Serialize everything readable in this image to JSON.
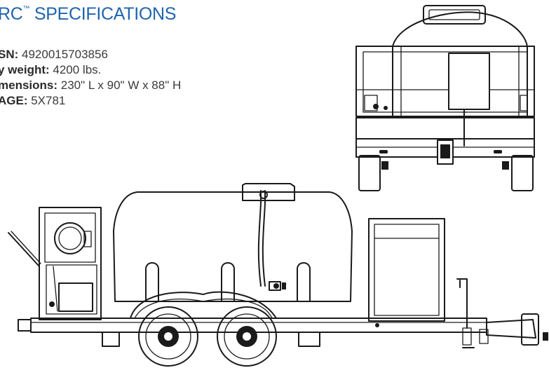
{
  "header": {
    "title_prefix": "RC",
    "title_mark": "™",
    "title_suffix": " SPECIFICATIONS",
    "title_color": "#1f64ae"
  },
  "specs": [
    {
      "label": "SN:",
      "value": " 4920015703856"
    },
    {
      "label": "y weight:",
      "value": " 4200 lbs."
    },
    {
      "label": "mensions:",
      "value": " 230\" L x 90\" W x 88\" H"
    },
    {
      "label": "AGE:",
      "value": " 5X781"
    }
  ],
  "illustrations": {
    "front_view": "tank-trailer-front-view",
    "side_view": "tank-trailer-side-view"
  }
}
